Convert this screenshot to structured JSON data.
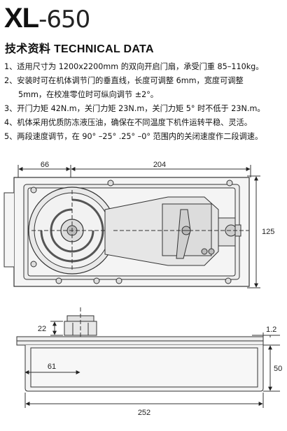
{
  "title": {
    "model_bold": "XL",
    "model_thin": "-650"
  },
  "subtitle": "技术资料 TECHNICAL DATA",
  "specs": [
    "1、适用尺寸为 1200x2200mm 的双向开启门扇，承受门重 85–110kg。",
    "2、安装时可在机体调节门的垂直线，长度可调整 6mm，宽度可调整",
    "5mm，在校准零位时可纵向调节 ±2°。",
    "3、开门力矩 42N.m，关门力矩 23N.m，关门力矩 5° 时不低于 23N.m。",
    "4、机体采用优质防冻液压油，确保在不同温度下机件运转平稳、灵活。",
    "5、两段速度调节，在 90° –25°  .25° –0° 范围内的关闭速度作二段调速。"
  ],
  "dimensions": {
    "top_left_width": "66",
    "top_width": "204",
    "height": "125",
    "spindle_height": "22",
    "flange": "1.2",
    "side_offset": "61",
    "side_height": "50",
    "total_length": "252"
  }
}
